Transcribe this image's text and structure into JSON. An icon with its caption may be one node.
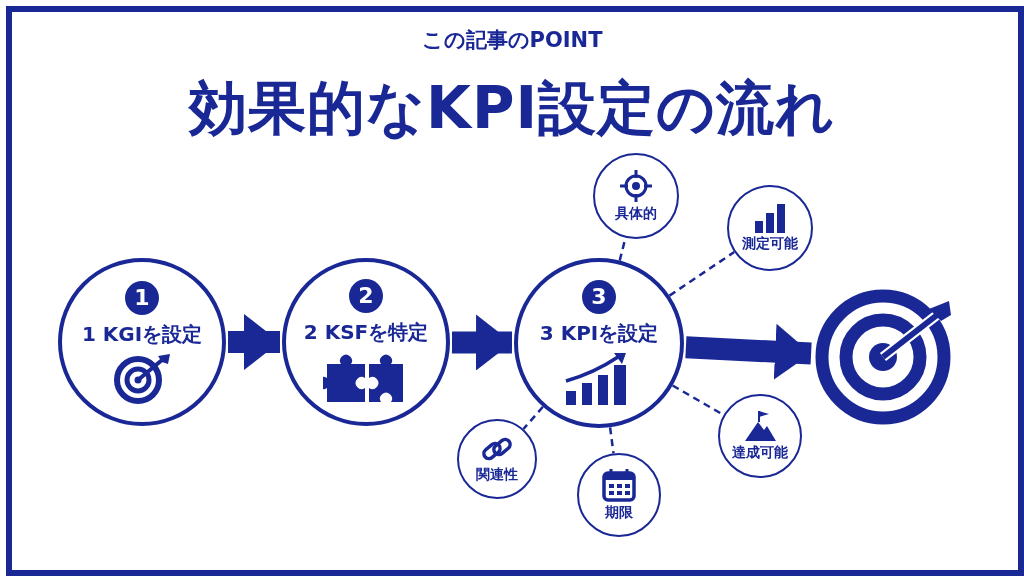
{
  "diagram": {
    "title": "効果的なKPI設定の流れ",
    "nodes": [
      {
        "text": [
          "1",
          "1 KGIを設定"
        ]
      },
      {
        "text": [
          "2",
          "2 KSFを特定"
        ]
      },
      {
        "text": [
          "3",
          "3 KPIを設定"
        ]
      },
      {
        "text": [
          "具体的"
        ]
      },
      {
        "text": [
          "測定可能"
        ]
      },
      {
        "text": [
          "関連性"
        ]
      },
      {
        "text": [
          "達成可能"
        ]
      },
      {
        "text": [
          "期限"
        ]
      },
      {
        "text": [],
        "shape": "picture"
      }
    ],
    "edges": [
      {
        "from": 0,
        "to": 1,
        "arrow": "to",
        "style": "thick"
      },
      {
        "from": 1,
        "to": 2,
        "arrow": "to",
        "style": "thick"
      },
      {
        "from": 2,
        "to": 8,
        "arrow": "to",
        "style": "thick"
      },
      {
        "from": 2,
        "to": 3,
        "arrow": "none",
        "style": "dashed"
      },
      {
        "from": 2,
        "to": 4,
        "arrow": "none",
        "style": "dashed"
      },
      {
        "from": 2,
        "to": 5,
        "arrow": "none",
        "style": "dashed"
      },
      {
        "from": 2,
        "to": 6,
        "arrow": "none",
        "style": "dashed"
      },
      {
        "from": 2,
        "to": 7,
        "arrow": "none",
        "style": "dashed"
      }
    ],
    "labels": [
      "この記事のPOINT"
    ]
  }
}
